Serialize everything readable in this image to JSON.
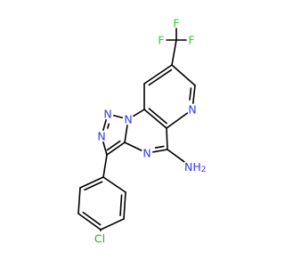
{
  "colors": {
    "bond": "#000000",
    "N": "#3737f0",
    "F": "#33cc33",
    "Cl": "#1fb01f",
    "background": "#ffffff"
  },
  "atoms": [
    {
      "id": "CF3C",
      "label": "",
      "element": "C"
    },
    {
      "id": "F1",
      "label": "F",
      "element": "F"
    },
    {
      "id": "F2",
      "label": "F",
      "element": "F"
    },
    {
      "id": "F3",
      "label": "F",
      "element": "F"
    },
    {
      "id": "C8",
      "label": "",
      "element": "C"
    },
    {
      "id": "C9",
      "label": "",
      "element": "C"
    },
    {
      "id": "C7",
      "label": "",
      "element": "C"
    },
    {
      "id": "N6",
      "label": "N",
      "element": "N"
    },
    {
      "id": "C6a",
      "label": "",
      "element": "C"
    },
    {
      "id": "C9a",
      "label": "",
      "element": "C"
    },
    {
      "id": "N1",
      "label": "N",
      "element": "N"
    },
    {
      "id": "N2",
      "label": "N",
      "element": "N"
    },
    {
      "id": "N3",
      "label": "N",
      "element": "N"
    },
    {
      "id": "C3",
      "label": "",
      "element": "C"
    },
    {
      "id": "C3a",
      "label": "",
      "element": "C"
    },
    {
      "id": "N4",
      "label": "N",
      "element": "N"
    },
    {
      "id": "C5",
      "label": "",
      "element": "C"
    },
    {
      "id": "NH2",
      "label": "NH2",
      "element": "N"
    },
    {
      "id": "P1",
      "label": "",
      "element": "C"
    },
    {
      "id": "P2",
      "label": "",
      "element": "C"
    },
    {
      "id": "P3",
      "label": "",
      "element": "C"
    },
    {
      "id": "P4",
      "label": "",
      "element": "C"
    },
    {
      "id": "P5",
      "label": "",
      "element": "C"
    },
    {
      "id": "P6",
      "label": "",
      "element": "C"
    },
    {
      "id": "Cl",
      "label": "Cl",
      "element": "Cl"
    }
  ],
  "bonds": [
    {
      "a": "CF3C",
      "b": "F1",
      "order": 1
    },
    {
      "a": "CF3C",
      "b": "F2",
      "order": 1
    },
    {
      "a": "CF3C",
      "b": "F3",
      "order": 1
    },
    {
      "a": "CF3C",
      "b": "C8",
      "order": 1
    },
    {
      "a": "C8",
      "b": "C9",
      "order": 2
    },
    {
      "a": "C8",
      "b": "C7",
      "order": 1
    },
    {
      "a": "C7",
      "b": "N6",
      "order": 2
    },
    {
      "a": "N6",
      "b": "C6a",
      "order": 1
    },
    {
      "a": "C6a",
      "b": "C9a",
      "order": 2
    },
    {
      "a": "C9a",
      "b": "C9",
      "order": 1
    },
    {
      "a": "C9a",
      "b": "N1",
      "order": 1
    },
    {
      "a": "N1",
      "b": "N2",
      "order": 1
    },
    {
      "a": "N2",
      "b": "N3",
      "order": 2
    },
    {
      "a": "N3",
      "b": "C3",
      "order": 1
    },
    {
      "a": "C3",
      "b": "C3a",
      "order": 2
    },
    {
      "a": "C3a",
      "b": "N1",
      "order": 1
    },
    {
      "a": "C3a",
      "b": "N4",
      "order": 1
    },
    {
      "a": "N4",
      "b": "C5",
      "order": 2
    },
    {
      "a": "C5",
      "b": "C6a",
      "order": 1
    },
    {
      "a": "C5",
      "b": "NH2",
      "order": 1
    },
    {
      "a": "C3",
      "b": "P1",
      "order": 1
    },
    {
      "a": "P1",
      "b": "P2",
      "order": 2
    },
    {
      "a": "P2",
      "b": "P3",
      "order": 1
    },
    {
      "a": "P3",
      "b": "P4",
      "order": 2
    },
    {
      "a": "P4",
      "b": "P5",
      "order": 1
    },
    {
      "a": "P5",
      "b": "P6",
      "order": 2
    },
    {
      "a": "P6",
      "b": "P1",
      "order": 1
    },
    {
      "a": "P4",
      "b": "Cl",
      "order": 1
    }
  ]
}
